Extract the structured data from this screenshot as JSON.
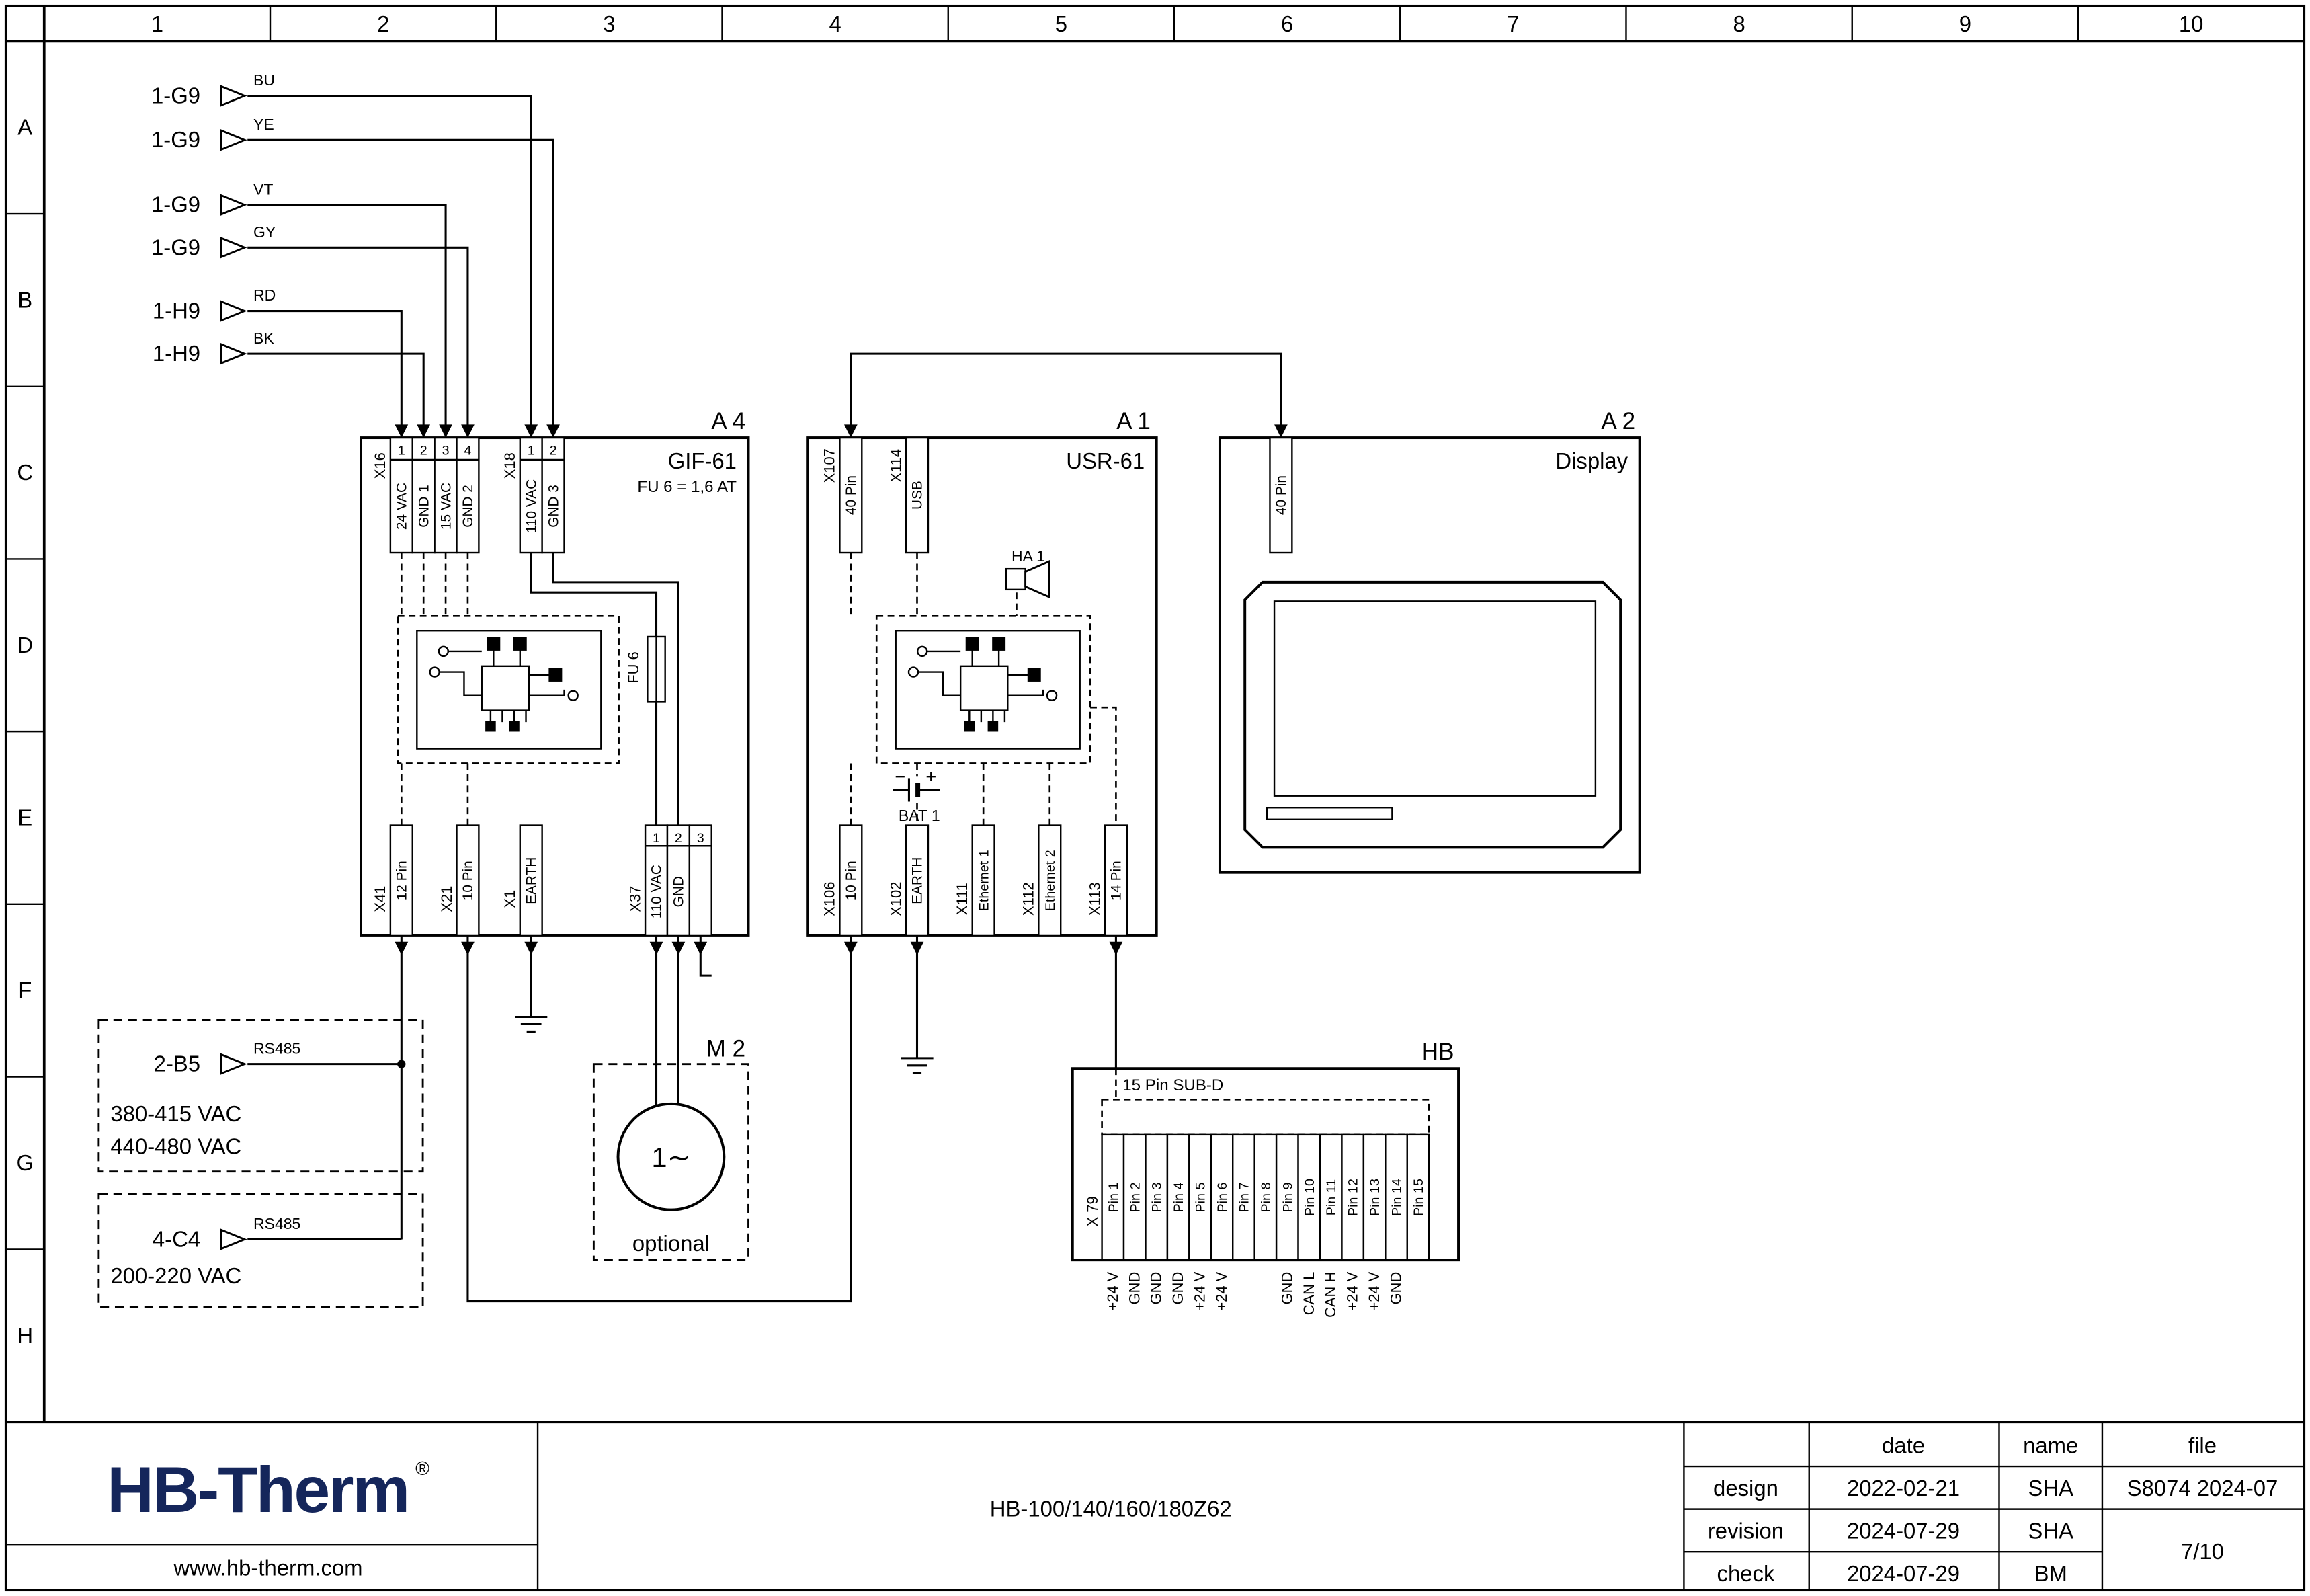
{
  "ruler": {
    "cols": [
      "1",
      "2",
      "3",
      "4",
      "5",
      "6",
      "7",
      "8",
      "9",
      "10"
    ],
    "rows": [
      "A",
      "B",
      "C",
      "D",
      "E",
      "F",
      "G",
      "H"
    ]
  },
  "inputs": [
    {
      "ref": "1-G9",
      "wire": "BU"
    },
    {
      "ref": "1-G9",
      "wire": "YE"
    },
    {
      "ref": "1-G9",
      "wire": "VT"
    },
    {
      "ref": "1-G9",
      "wire": "GY"
    },
    {
      "ref": "1-H9",
      "wire": "RD"
    },
    {
      "ref": "1-H9",
      "wire": "BK"
    }
  ],
  "a4": {
    "ref": "A 4",
    "name": "GIF-61",
    "fuse_note": "FU 6 = 1,6 AT",
    "fuse": "FU 6",
    "x16": {
      "label": "X16",
      "pins": [
        "1",
        "2",
        "3",
        "4"
      ],
      "signals": [
        "24 VAC",
        "GND 1",
        "15 VAC",
        "GND 2"
      ]
    },
    "x18": {
      "label": "X18",
      "pins": [
        "1",
        "2"
      ],
      "signals": [
        "110 VAC",
        "GND 3"
      ]
    },
    "x41": {
      "label": "X41",
      "signal": "12 Pin"
    },
    "x21": {
      "label": "X21",
      "signal": "10 Pin"
    },
    "x1": {
      "label": "X1",
      "signal": "EARTH"
    },
    "x37": {
      "label": "X37",
      "pins": [
        "1",
        "2",
        "3"
      ],
      "signals": [
        "110 VAC",
        "GND",
        ""
      ]
    }
  },
  "a1": {
    "ref": "A 1",
    "name": "USR-61",
    "ha1": "HA 1",
    "bat1": "BAT 1",
    "x107": {
      "label": "X107",
      "signal": "40 Pin"
    },
    "x114": {
      "label": "X114",
      "signal": "USB"
    },
    "x106": {
      "label": "X106",
      "signal": "10 Pin"
    },
    "x102": {
      "label": "X102",
      "signal": "EARTH"
    },
    "x111": {
      "label": "X111",
      "signal": "Ethernet 1"
    },
    "x112": {
      "label": "X112",
      "signal": "Ethernet 2"
    },
    "x113": {
      "label": "X113",
      "signal": "14 Pin"
    }
  },
  "a2": {
    "ref": "A 2",
    "name": "Display",
    "conn": "40 Pin"
  },
  "m2": {
    "ref": "M 2",
    "label": "1∼",
    "note": "optional"
  },
  "hb": {
    "ref": "HB",
    "title": "15 Pin SUB-D",
    "x79": "X 79",
    "pins": [
      "Pin 1",
      "Pin 2",
      "Pin 3",
      "Pin 4",
      "Pin 5",
      "Pin 6",
      "Pin 7",
      "Pin 8",
      "Pin 9",
      "Pin 10",
      "Pin 11",
      "Pin 12",
      "Pin 13",
      "Pin 14",
      "Pin 15"
    ],
    "signals": [
      "+24 V",
      "GND",
      "GND",
      "GND",
      "+24 V",
      "+24 V",
      "",
      "",
      "GND",
      "CAN L",
      "CAN H",
      "+24 V",
      "+24 V",
      "GND",
      ""
    ]
  },
  "supply1": {
    "ref": "2-B5",
    "bus": "RS485",
    "line1": "380-415 VAC",
    "line2": "440-480 VAC"
  },
  "supply2": {
    "ref": "4-C4",
    "bus": "RS485",
    "line1": "200-220 VAC"
  },
  "titleblock": {
    "logo": "HB-Therm",
    "reg": "®",
    "website": "www.hb-therm.com",
    "title": "HB-100/140/160/180Z62",
    "date_h": "date",
    "name_h": "name",
    "file_h": "file",
    "design": "design",
    "design_date": "2022-02-21",
    "design_name": "SHA",
    "revision": "revision",
    "revision_date": "2024-07-29",
    "revision_name": "SHA",
    "check": "check",
    "check_date": "2024-07-29",
    "check_name": "BM",
    "file_value": "S8074 2024-07",
    "page": "7/10"
  }
}
